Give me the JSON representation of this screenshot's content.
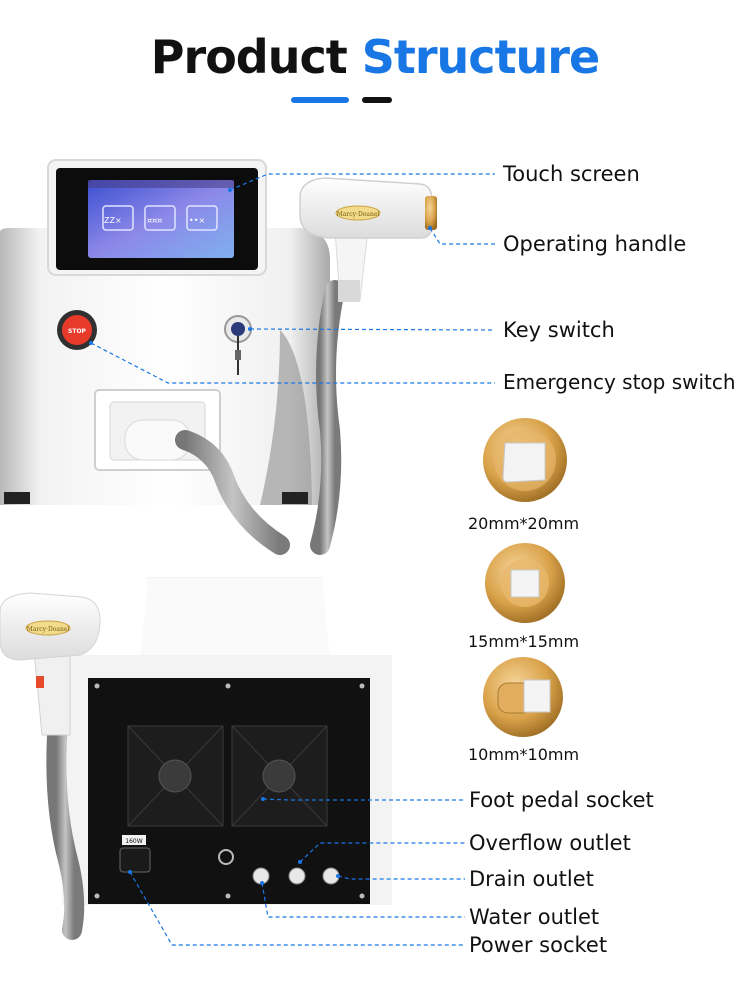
{
  "title": {
    "word1": "Product",
    "word2": "Structure"
  },
  "front_labels": {
    "touch_screen": "Touch screen",
    "operating_handle": "Operating handle",
    "key_switch": "Key switch",
    "emergency_stop": "Emergency stop switch"
  },
  "screen_icons": [
    "ZZ×",
    "¤¤¤",
    "••×"
  ],
  "stop_button_text": "STOP",
  "handle_brand": "Marcy·Doanel",
  "spot_sizes": [
    {
      "label": "20mm*20mm"
    },
    {
      "label": "15mm*15mm"
    },
    {
      "label": "10mm*10mm"
    }
  ],
  "back_labels": {
    "foot_pedal": "Foot pedal socket",
    "overflow": "Overflow outlet",
    "drain": "Drain outlet",
    "water": "Water outlet",
    "power": "Power socket"
  },
  "power_tag": "160W",
  "colors": {
    "accent_blue": "#1877e5",
    "gold": "#d9a24a",
    "panel_black": "#111111"
  }
}
